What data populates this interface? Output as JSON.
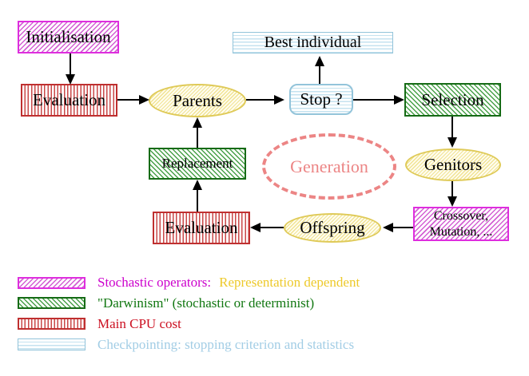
{
  "nodes": {
    "initialisation": "Initialisation",
    "evaluation_top": "Evaluation",
    "parents": "Parents",
    "best_individual": "Best individual",
    "stop": "Stop ?",
    "selection": "Selection",
    "genitors": "Genitors",
    "crossover_line1": "Crossover,",
    "crossover_line2": "Mutation, ...",
    "offspring": "Offspring",
    "evaluation_bottom": "Evaluation",
    "replacement": "Replacement",
    "generation": "Generation"
  },
  "edges": [
    {
      "from": "Initialisation",
      "to": "Evaluation"
    },
    {
      "from": "Evaluation",
      "to": "Parents"
    },
    {
      "from": "Parents",
      "to": "Stop ?"
    },
    {
      "from": "Stop ?",
      "to": "Best individual"
    },
    {
      "from": "Stop ?",
      "to": "Selection"
    },
    {
      "from": "Selection",
      "to": "Genitors"
    },
    {
      "from": "Genitors",
      "to": "Crossover, Mutation, ..."
    },
    {
      "from": "Crossover, Mutation, ...",
      "to": "Offspring"
    },
    {
      "from": "Offspring",
      "to": "Evaluation (bottom)"
    },
    {
      "from": "Evaluation (bottom)",
      "to": "Replacement"
    },
    {
      "from": "Replacement",
      "to": "Parents"
    }
  ],
  "legend": {
    "stochastic": {
      "swatch": "magenta-diagonal-hatch",
      "label": "Stochastic operators:",
      "label2": "Representation dependent"
    },
    "darwinism": {
      "swatch": "green-diagonal-hatch",
      "label": "\"Darwinism\" (stochastic or determinist)"
    },
    "cpu": {
      "swatch": "red-vertical-stripes",
      "label": "Main CPU cost"
    },
    "checkpointing": {
      "swatch": "blue-horizontal-stripes",
      "label": "Checkpointing: stopping criterion and statistics"
    }
  },
  "colors": {
    "magenta": "#cc00cc",
    "yellow_text": "#edc92a",
    "green": "#117711",
    "red": "#cc1122",
    "light_blue": "#a2cde5",
    "salmon": "#ec8585",
    "yellow_node_border": "#dfca58",
    "arrow_black": "#000000"
  }
}
